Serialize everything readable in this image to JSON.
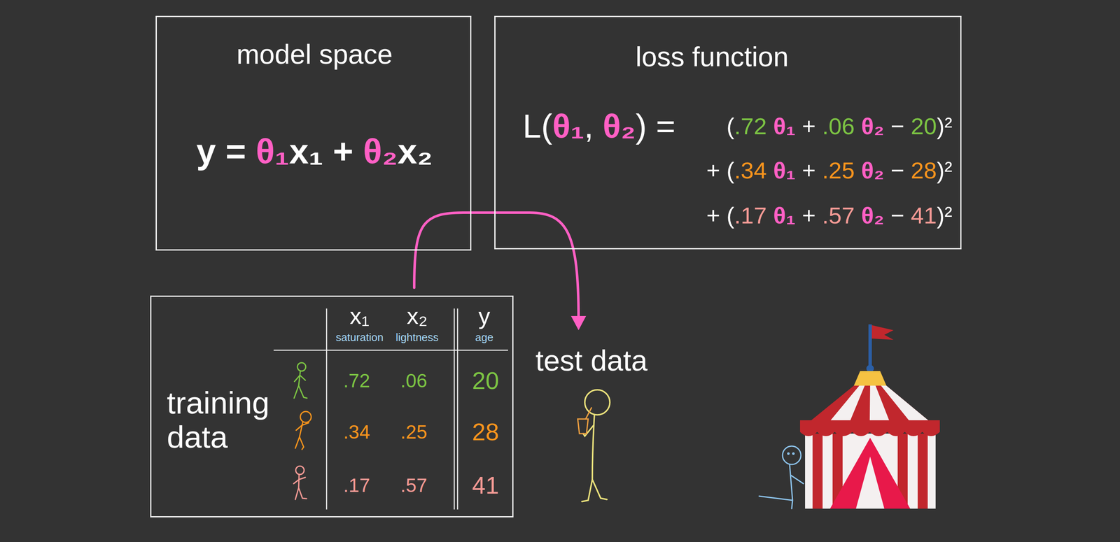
{
  "diagram": {
    "nodes": [
      {
        "text": [
          "model space",
          "y = θ₁x₁ + θ₂x₂"
        ]
      },
      {
        "text": [
          "loss function",
          "L(θ₁, θ₂) =",
          "(.72 θ₁ + .06 θ₂ − 20)²",
          "+ (.34 θ₁ + .25 θ₂ − 28)²",
          "+ (.17 θ₁ + .57 θ₂ − 41)²"
        ]
      },
      {
        "text": [
          "training data"
        ]
      }
    ],
    "labels": [
      "x₁",
      "saturation",
      "x₂",
      "lightness",
      "y",
      "age",
      ".72",
      ".06",
      "20",
      ".34",
      ".25",
      "28",
      ".17",
      ".57",
      "41",
      "test data"
    ]
  }
}
